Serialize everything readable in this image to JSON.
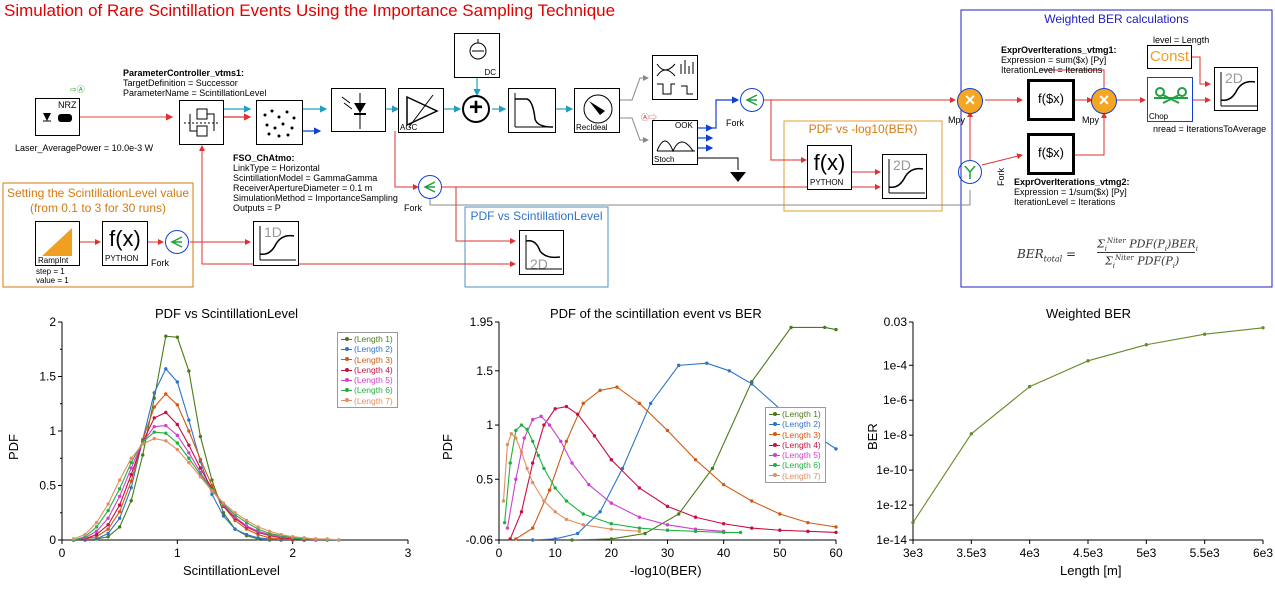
{
  "title": "Simulation of Rare Scintillation Events Using the Importance Sampling Technique",
  "colors": {
    "title": "#e00000",
    "signal": "#e03030",
    "electrical": "#1040d0",
    "optical": "#20a0c0",
    "orange": "#d47a10",
    "blue_frame": "#0000c0",
    "steel": "#5090c0"
  },
  "blocks": {
    "laser": {
      "label": "NRZ",
      "param": "Laser_AveragePower = 10.0e-3 W"
    },
    "param_controller": {
      "name": "ParameterController_vtms1:",
      "lines": [
        "TargetDefinition = Successor",
        "ParameterName = ScintillationLevel"
      ]
    },
    "fso": {
      "name": "FSO_ChAtmo:",
      "lines": [
        "LinkType = Horizontal",
        "ScintillationModel = GammaGamma",
        "ReceiverApertureDiameter = 0.1 m",
        "SimulationMethod = ImportanceSampling",
        "Outputs = P"
      ]
    },
    "agc_label": "AGC",
    "dc_label": "DC",
    "recideal_label": "RecIdeal",
    "ook_label": "OOK",
    "stoch_label": "Stoch",
    "fork_label": "Fork",
    "rampint": {
      "name": "RampInt",
      "lines": [
        "step = 1",
        "value = 1"
      ]
    },
    "python_label": "PYTHON",
    "fx_label": "f(x)",
    "fsx_label": "f($x)",
    "oned_label": "1D",
    "twod_label": "2D",
    "mpy_label": "Mpy",
    "const": {
      "label": "Const",
      "param": "level = Length"
    },
    "chop": {
      "label": "Chop",
      "param": "nread = IterationsToAverage"
    },
    "expr1": {
      "name": "ExprOverIterations_vtmg1:",
      "lines": [
        "Expression = sum($x) [Py]",
        "IterationLevel = Iterations"
      ]
    },
    "expr2": {
      "name": "ExprOverIterations_vtmg2:",
      "lines": [
        "Expression = 1/sum($x) [Py]",
        "IterationLevel = Iterations"
      ]
    }
  },
  "frames": {
    "scint_setting": {
      "title_lines": [
        "Setting the ScintillationLevel value",
        "(from 0.1 to 3 for 30 runs)"
      ]
    },
    "pdf_scint": {
      "title": "PDF vs ScintillationLevel"
    },
    "pdf_ber": {
      "title": "PDF vs -log10(BER)"
    },
    "weighted": {
      "title": "Weighted BER calculations"
    }
  },
  "formula": {
    "lhs": "BER",
    "lhs_sub": "total",
    "eq": "=",
    "num": "Σ",
    "num_sup": "Niter",
    "num_sub": "i",
    "num_body": " PDF(P",
    "num_body_sub": "i",
    "num_tail": ")BER",
    "num_tail_sub": "i",
    "den_body": " PDF(P",
    "den_tail": ")"
  },
  "legend_labels": [
    "(Length 1)",
    "(Length 2)",
    "(Length 3)",
    "(Length 4)",
    "(Length 5)",
    "(Length 6)",
    "(Length 7)"
  ],
  "series_colors": [
    "#4a7a18",
    "#2d74c8",
    "#d05a10",
    "#c81040",
    "#d040d0",
    "#20b040",
    "#e09060"
  ],
  "chart_data": [
    {
      "type": "line",
      "title": "PDF vs ScintillationLevel",
      "xlabel": "ScintillationLevel",
      "ylabel": "PDF",
      "xlim": [
        0,
        3
      ],
      "ylim": [
        0,
        2
      ],
      "xticks": [
        "0",
        "1",
        "2",
        "3"
      ],
      "yticks": [
        "0",
        "0.5",
        "1",
        "1.5",
        "2"
      ],
      "legend_position": "top-right",
      "series": [
        {
          "name": "(Length 1)",
          "x": [
            0.1,
            0.2,
            0.3,
            0.4,
            0.5,
            0.6,
            0.7,
            0.8,
            0.9,
            1.0,
            1.1,
            1.2,
            1.3,
            1.4,
            1.5,
            1.6,
            1.7,
            1.8,
            1.9,
            2.0
          ],
          "y": [
            0,
            0,
            0.01,
            0.03,
            0.12,
            0.36,
            0.78,
            1.3,
            1.87,
            1.86,
            1.55,
            0.95,
            0.55,
            0.25,
            0.1,
            0.04,
            0.01,
            0,
            0,
            0
          ]
        },
        {
          "name": "(Length 2)",
          "x": [
            0.1,
            0.2,
            0.3,
            0.4,
            0.5,
            0.6,
            0.7,
            0.8,
            0.9,
            1.0,
            1.1,
            1.2,
            1.3,
            1.4,
            1.5,
            1.6,
            1.7,
            1.8,
            1.9,
            2.0
          ],
          "y": [
            0,
            0,
            0.01,
            0.06,
            0.2,
            0.48,
            0.92,
            1.35,
            1.57,
            1.45,
            1.1,
            0.72,
            0.42,
            0.22,
            0.1,
            0.05,
            0.02,
            0.01,
            0,
            0
          ]
        },
        {
          "name": "(Length 3)",
          "x": [
            0.1,
            0.2,
            0.3,
            0.4,
            0.5,
            0.6,
            0.7,
            0.8,
            0.9,
            1.0,
            1.1,
            1.2,
            1.3,
            1.4,
            1.5,
            1.6,
            1.7,
            1.8,
            1.9,
            2.0,
            2.1
          ],
          "y": [
            0,
            0.01,
            0.03,
            0.1,
            0.26,
            0.54,
            0.92,
            1.22,
            1.34,
            1.24,
            1.0,
            0.74,
            0.5,
            0.31,
            0.18,
            0.1,
            0.05,
            0.02,
            0.01,
            0,
            0
          ]
        },
        {
          "name": "(Length 4)",
          "x": [
            0.1,
            0.2,
            0.3,
            0.4,
            0.5,
            0.6,
            0.7,
            0.8,
            0.9,
            1.0,
            1.1,
            1.2,
            1.3,
            1.4,
            1.5,
            1.6,
            1.7,
            1.8,
            1.9,
            2.0,
            2.1,
            2.2
          ],
          "y": [
            0,
            0.01,
            0.05,
            0.14,
            0.32,
            0.6,
            0.9,
            1.12,
            1.17,
            1.06,
            0.87,
            0.66,
            0.47,
            0.31,
            0.2,
            0.12,
            0.07,
            0.04,
            0.02,
            0.01,
            0,
            0
          ]
        },
        {
          "name": "(Length 5)",
          "x": [
            0.1,
            0.2,
            0.3,
            0.4,
            0.5,
            0.6,
            0.7,
            0.8,
            0.9,
            1.0,
            1.1,
            1.2,
            1.3,
            1.4,
            1.5,
            1.6,
            1.7,
            1.8,
            1.9,
            2.0,
            2.1,
            2.2,
            2.3
          ],
          "y": [
            0,
            0.02,
            0.08,
            0.2,
            0.4,
            0.66,
            0.9,
            1.04,
            1.05,
            0.96,
            0.8,
            0.62,
            0.46,
            0.32,
            0.21,
            0.13,
            0.08,
            0.05,
            0.03,
            0.02,
            0.01,
            0,
            0
          ]
        },
        {
          "name": "(Length 6)",
          "x": [
            0.1,
            0.2,
            0.3,
            0.4,
            0.5,
            0.6,
            0.7,
            0.8,
            0.9,
            1.0,
            1.1,
            1.2,
            1.3,
            1.4,
            1.5,
            1.6,
            1.7,
            1.8,
            1.9,
            2.0,
            2.1,
            2.2,
            2.3,
            2.4
          ],
          "y": [
            0,
            0.03,
            0.12,
            0.27,
            0.47,
            0.71,
            0.9,
            0.99,
            0.98,
            0.89,
            0.75,
            0.6,
            0.46,
            0.33,
            0.23,
            0.16,
            0.1,
            0.06,
            0.04,
            0.02,
            0.01,
            0.01,
            0,
            0
          ]
        },
        {
          "name": "(Length 7)",
          "x": [
            0.1,
            0.2,
            0.3,
            0.4,
            0.5,
            0.6,
            0.7,
            0.8,
            0.9,
            1.0,
            1.1,
            1.2,
            1.3,
            1.4,
            1.5,
            1.6,
            1.7,
            1.8,
            1.9,
            2.0,
            2.1,
            2.2,
            2.3,
            2.4
          ],
          "y": [
            0.01,
            0.05,
            0.16,
            0.33,
            0.55,
            0.75,
            0.88,
            0.93,
            0.91,
            0.83,
            0.71,
            0.58,
            0.45,
            0.34,
            0.25,
            0.18,
            0.12,
            0.08,
            0.05,
            0.03,
            0.02,
            0.01,
            0.01,
            0
          ]
        }
      ]
    },
    {
      "type": "line",
      "title": "PDF of the scintillation event vs BER",
      "xlabel": "-log10(BER)",
      "ylabel": "PDF",
      "xlim": [
        0,
        60
      ],
      "ylim": [
        -0.06,
        1.95
      ],
      "xticks": [
        "0",
        "10",
        "20",
        "30",
        "40",
        "50",
        "60"
      ],
      "yticks": [
        "-0.06",
        "0.5",
        "1",
        "1.5",
        "1.95"
      ],
      "legend_position": "right",
      "series": [
        {
          "name": "(Length 1)",
          "x": [
            13,
            20,
            26,
            32,
            38,
            45,
            52,
            58,
            60
          ],
          "y": [
            -0.06,
            -0.05,
            0.0,
            0.18,
            0.6,
            1.4,
            1.9,
            1.9,
            1.88
          ]
        },
        {
          "name": "(Length 2)",
          "x": [
            6,
            10,
            14,
            18,
            22,
            27,
            32,
            37,
            41,
            45,
            50,
            55,
            60
          ],
          "y": [
            -0.06,
            -0.05,
            0.0,
            0.2,
            0.6,
            1.2,
            1.55,
            1.57,
            1.5,
            1.38,
            1.15,
            0.95,
            0.78
          ]
        },
        {
          "name": "(Length 3)",
          "x": [
            3,
            6,
            9,
            12,
            15,
            18,
            21,
            25,
            30,
            35,
            40,
            45,
            50,
            55,
            60
          ],
          "y": [
            -0.05,
            0.05,
            0.4,
            0.85,
            1.2,
            1.32,
            1.35,
            1.2,
            0.95,
            0.68,
            0.45,
            0.3,
            0.18,
            0.1,
            0.06
          ]
        },
        {
          "name": "(Length 4)",
          "x": [
            2,
            4,
            6,
            8,
            10,
            12,
            14,
            17,
            20,
            25,
            30,
            35,
            40,
            45,
            50,
            55,
            60
          ],
          "y": [
            -0.05,
            0.2,
            0.65,
            1.0,
            1.15,
            1.17,
            1.1,
            0.9,
            0.68,
            0.42,
            0.25,
            0.15,
            0.09,
            0.05,
            0.03,
            0.02,
            0.01
          ]
        },
        {
          "name": "(Length 5)",
          "x": [
            1.5,
            3,
            4.5,
            6,
            7.5,
            9,
            11,
            13,
            16,
            20,
            25,
            30,
            35,
            40
          ],
          "y": [
            0.05,
            0.5,
            0.88,
            1.05,
            1.08,
            1.0,
            0.85,
            0.65,
            0.45,
            0.28,
            0.15,
            0.08,
            0.04,
            0.02
          ]
        },
        {
          "name": "(Length 6)",
          "x": [
            1,
            2,
            3,
            4,
            5,
            6,
            7,
            8,
            10,
            12,
            15,
            20,
            25,
            30,
            35,
            40,
            43
          ],
          "y": [
            0.1,
            0.65,
            0.95,
            1.0,
            0.96,
            0.85,
            0.72,
            0.6,
            0.42,
            0.3,
            0.18,
            0.09,
            0.05,
            0.03,
            0.02,
            0.01,
            0.01
          ]
        },
        {
          "name": "(Length 7)",
          "x": [
            0.8,
            1.5,
            2.2,
            3,
            4,
            5,
            6,
            8,
            10,
            12,
            15,
            20,
            25
          ],
          "y": [
            0.3,
            0.82,
            0.92,
            0.88,
            0.75,
            0.6,
            0.47,
            0.3,
            0.2,
            0.13,
            0.08,
            0.04,
            0.02
          ]
        }
      ]
    },
    {
      "type": "line",
      "title": "Weighted BER",
      "xlabel": "Length [m]",
      "ylabel": "BER",
      "xlim": [
        3000,
        6000
      ],
      "ylim": [
        1e-14,
        0.03
      ],
      "yscale": "log",
      "xticks": [
        "3e3",
        "3.5e3",
        "4e3",
        "4.5e3",
        "5e3",
        "5.5e3",
        "6e3"
      ],
      "yticks": [
        "0.03",
        "1e-4",
        "1e-6",
        "1e-8",
        "1e-10",
        "1e-12",
        "1e-14"
      ],
      "series": [
        {
          "name": "",
          "x": [
            3000,
            3500,
            4000,
            4500,
            5000,
            5500,
            6000
          ],
          "y": [
            1e-13,
            1.2e-08,
            6e-06,
            0.00018,
            0.0015,
            0.006,
            0.014
          ]
        }
      ]
    }
  ]
}
